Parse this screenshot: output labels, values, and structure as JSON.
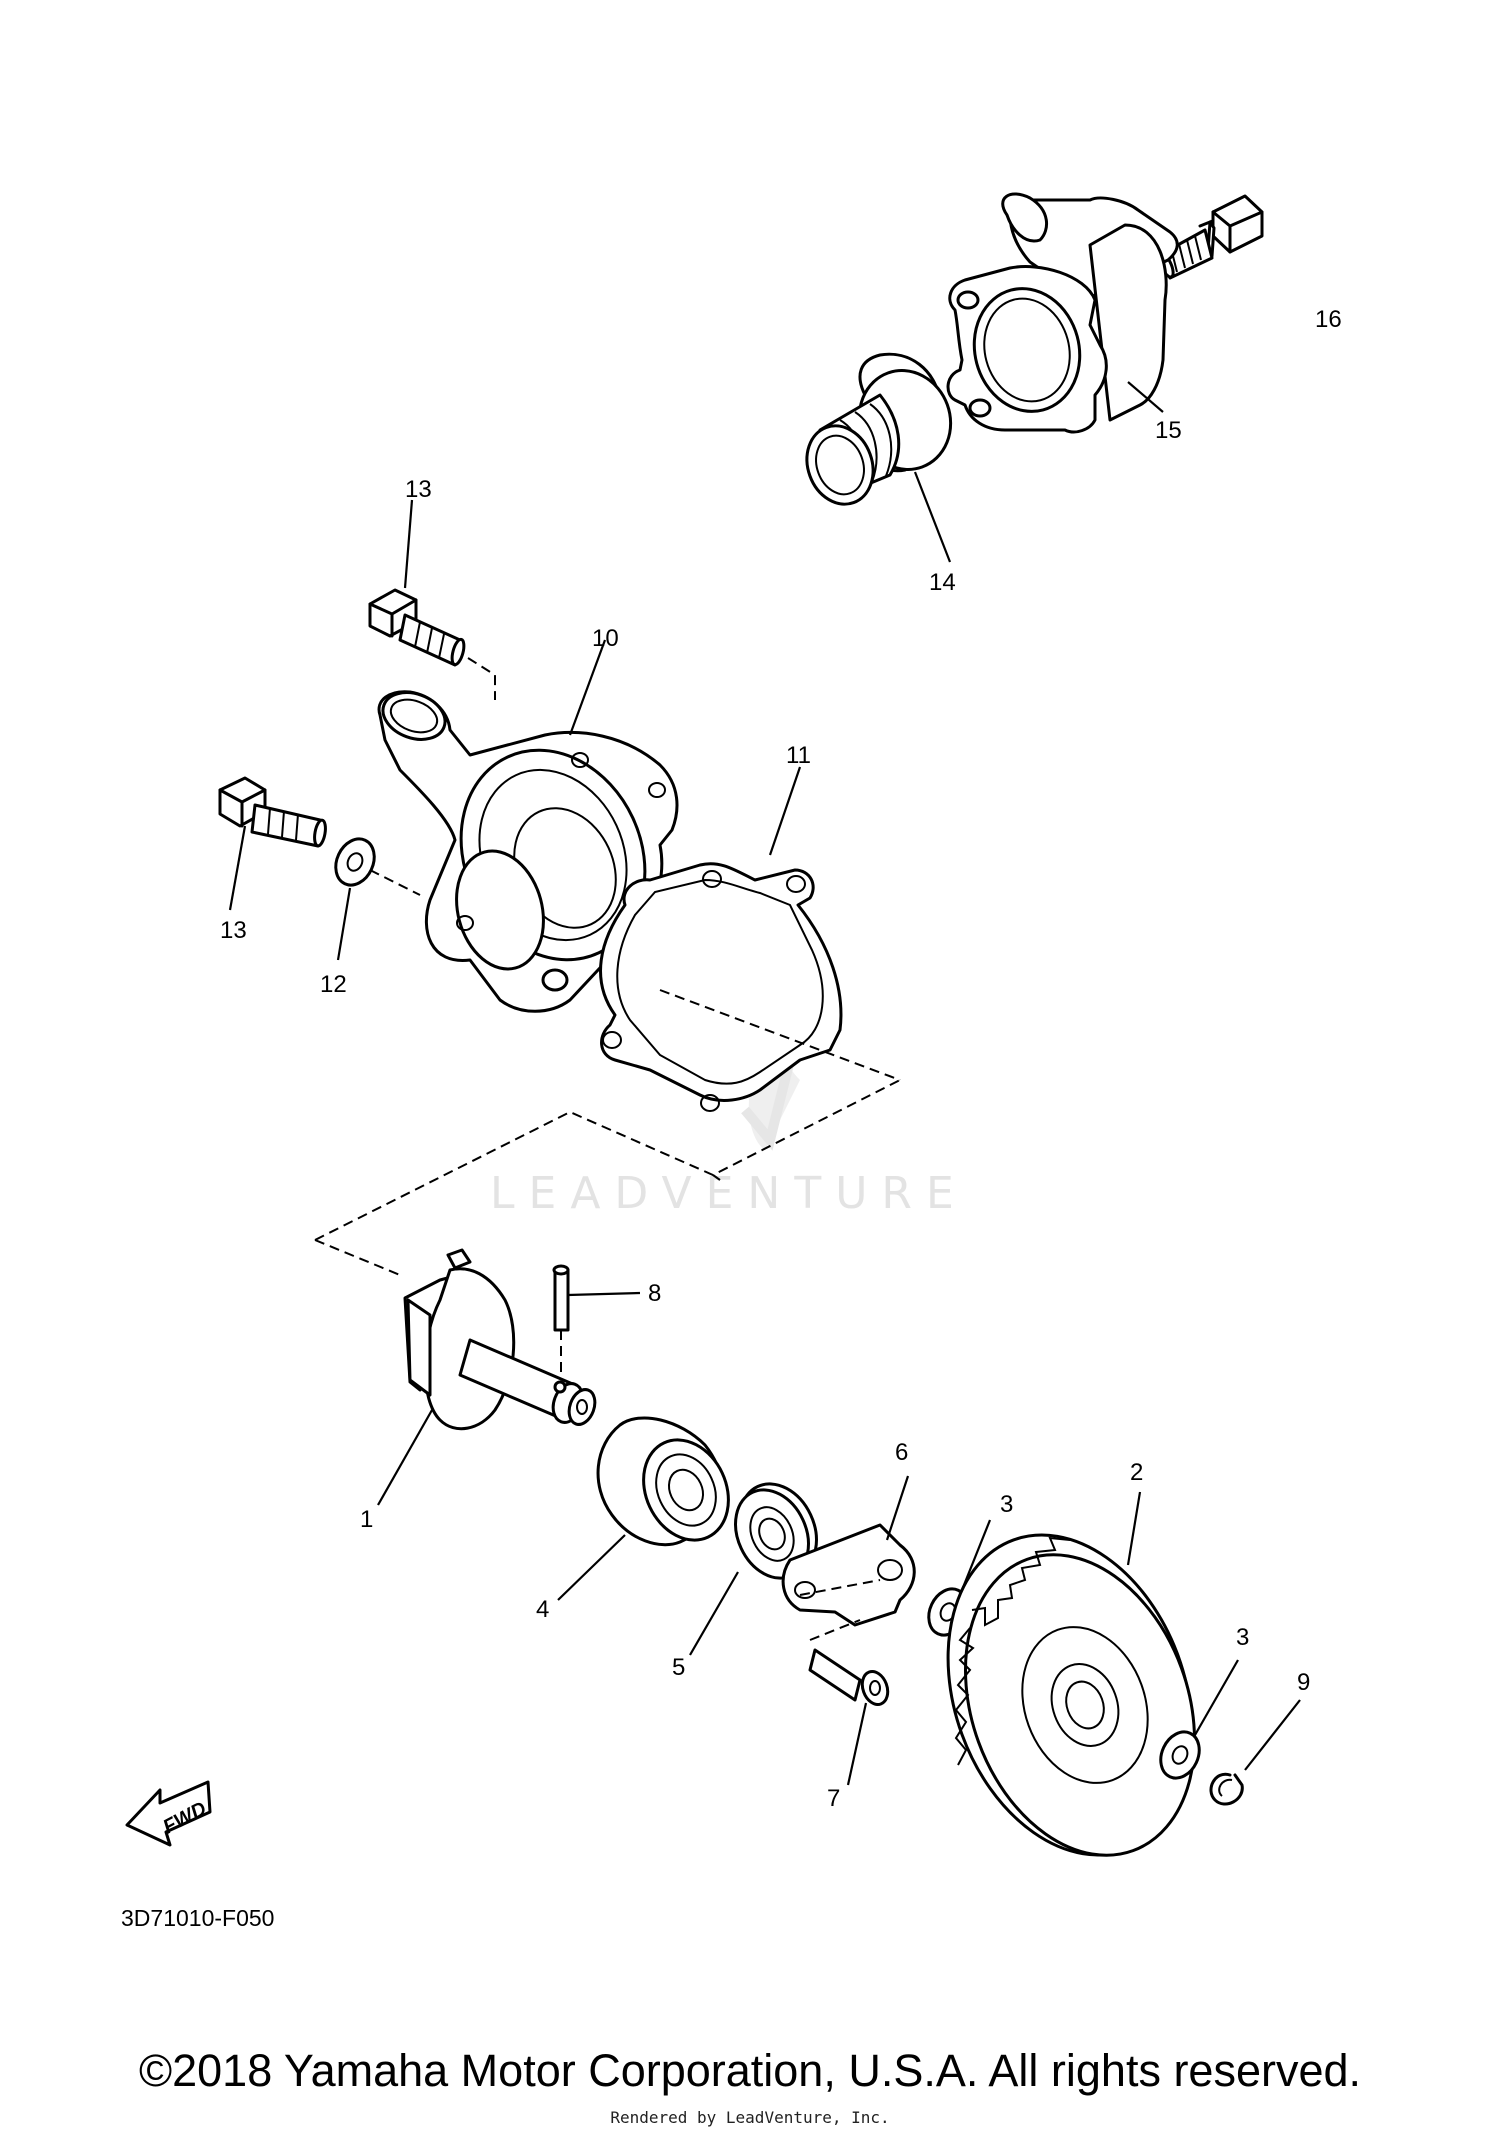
{
  "diagram": {
    "callouts": [
      {
        "id": "c1",
        "label": "1"
      },
      {
        "id": "c2",
        "label": "2"
      },
      {
        "id": "c3a",
        "label": "3"
      },
      {
        "id": "c3b",
        "label": "3"
      },
      {
        "id": "c4",
        "label": "4"
      },
      {
        "id": "c5",
        "label": "5"
      },
      {
        "id": "c6",
        "label": "6"
      },
      {
        "id": "c7",
        "label": "7"
      },
      {
        "id": "c8",
        "label": "8"
      },
      {
        "id": "c9",
        "label": "9"
      },
      {
        "id": "c10",
        "label": "10"
      },
      {
        "id": "c11",
        "label": "11"
      },
      {
        "id": "c12",
        "label": "12"
      },
      {
        "id": "c13a",
        "label": "13"
      },
      {
        "id": "c13b",
        "label": "13"
      },
      {
        "id": "c14",
        "label": "14"
      },
      {
        "id": "c15",
        "label": "15"
      },
      {
        "id": "c16",
        "label": "16"
      }
    ],
    "fwd_label": "FWD",
    "reference_code": "3D71010-F050",
    "watermark": "LEADVENTURE"
  },
  "footer": {
    "copyright": "©2018 Yamaha Motor Corporation, U.S.A. All rights reserved.",
    "rendered_by": "Rendered by LeadVenture, Inc."
  }
}
